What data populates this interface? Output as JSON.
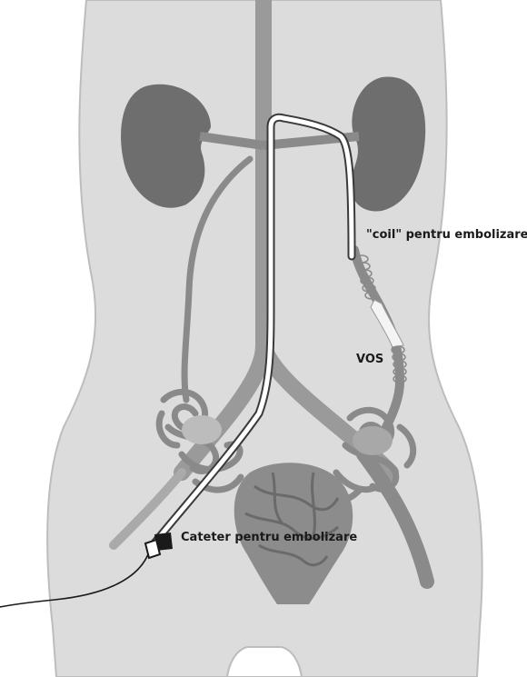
{
  "labels": {
    "coil": "\"coil\" pentru embolizare",
    "vos": "VOS",
    "catheter": "Cateter pentru embolizare"
  },
  "colors": {
    "body": "#dcdcdc",
    "body_outline": "#bdbdbd",
    "kidney": "#6e6e6e",
    "vessel": "#8a8a8a",
    "vessel_dark": "#7a7a7a",
    "uterus": "#8c8c8c",
    "catheter_fill": "#ffffff",
    "catheter_outline": "#3a3a3a",
    "coil": "#9a9a9a",
    "text": "#1a1a1a"
  }
}
